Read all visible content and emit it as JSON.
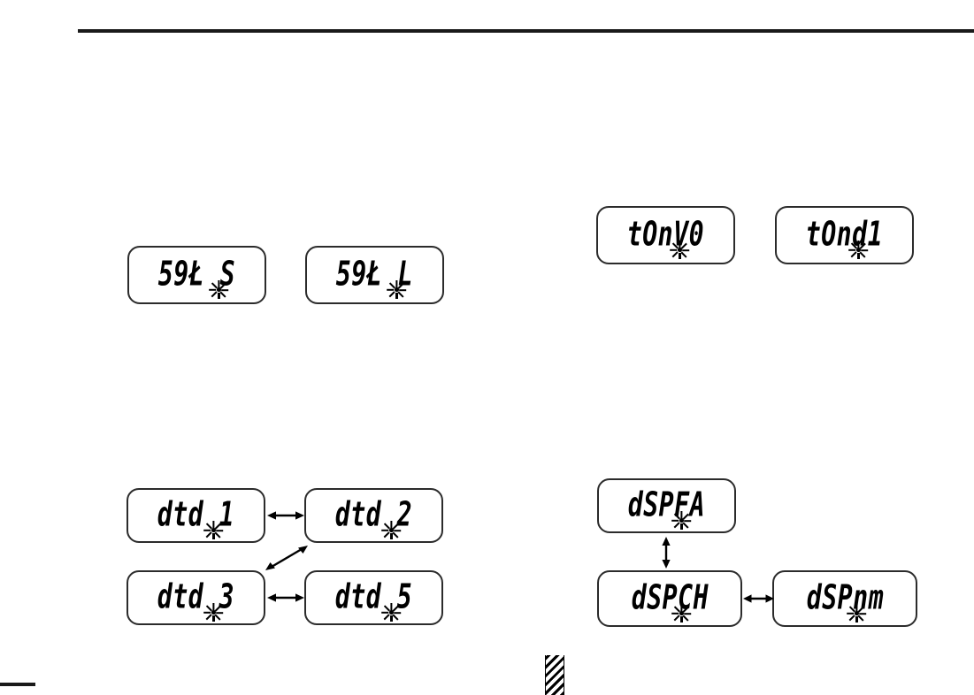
{
  "page": {
    "background_color": "#ffffff",
    "rule_color": "#1a1a1a",
    "display_border_color": "#2b2b2b",
    "segment_text_color": "#000000"
  },
  "groups": [
    {
      "id": "group-sql",
      "displays": [
        {
          "id": "sql-s",
          "text": "59Ł S",
          "burst_char_index": 2
        },
        {
          "id": "sql-l",
          "text": "59Ł L",
          "burst_char_index": 2
        }
      ],
      "arrows": []
    },
    {
      "id": "group-tone",
      "displays": [
        {
          "id": "ton-v0",
          "text": "tOnV0",
          "burst_char_index": 2
        },
        {
          "id": "ton-d1",
          "text": "tOnd1",
          "burst_char_index": 2
        }
      ],
      "arrows": []
    },
    {
      "id": "group-dtd",
      "displays": [
        {
          "id": "dtd-1",
          "text": "dtd 1",
          "burst_char_index": 2
        },
        {
          "id": "dtd-2",
          "text": "dtd 2",
          "burst_char_index": 2
        },
        {
          "id": "dtd-3",
          "text": "dtd 3",
          "burst_char_index": 2
        },
        {
          "id": "dtd-5",
          "text": "dtd 5",
          "burst_char_index": 2
        }
      ],
      "arrows": [
        {
          "id": "dtd-arrow-top",
          "direction": "horizontal"
        },
        {
          "id": "dtd-arrow-diagonal",
          "direction": "diagonal"
        },
        {
          "id": "dtd-arrow-bottom",
          "direction": "horizontal"
        }
      ]
    },
    {
      "id": "group-dsp",
      "displays": [
        {
          "id": "dsp-fa",
          "text": "dSPFA",
          "burst_char_index": 2
        },
        {
          "id": "dsp-ch",
          "text": "dSPCH",
          "burst_char_index": 2
        },
        {
          "id": "dsp-nm",
          "text": "dSPnm",
          "burst_char_index": 2
        }
      ],
      "arrows": [
        {
          "id": "dsp-arrow-vertical",
          "direction": "vertical"
        },
        {
          "id": "dsp-arrow-horizontal",
          "direction": "horizontal"
        }
      ]
    }
  ],
  "icons": {
    "burst": "starburst-indicator-icon",
    "hatch": "hatched-edge-marker",
    "bottom_mark": "page-edge-marker"
  }
}
